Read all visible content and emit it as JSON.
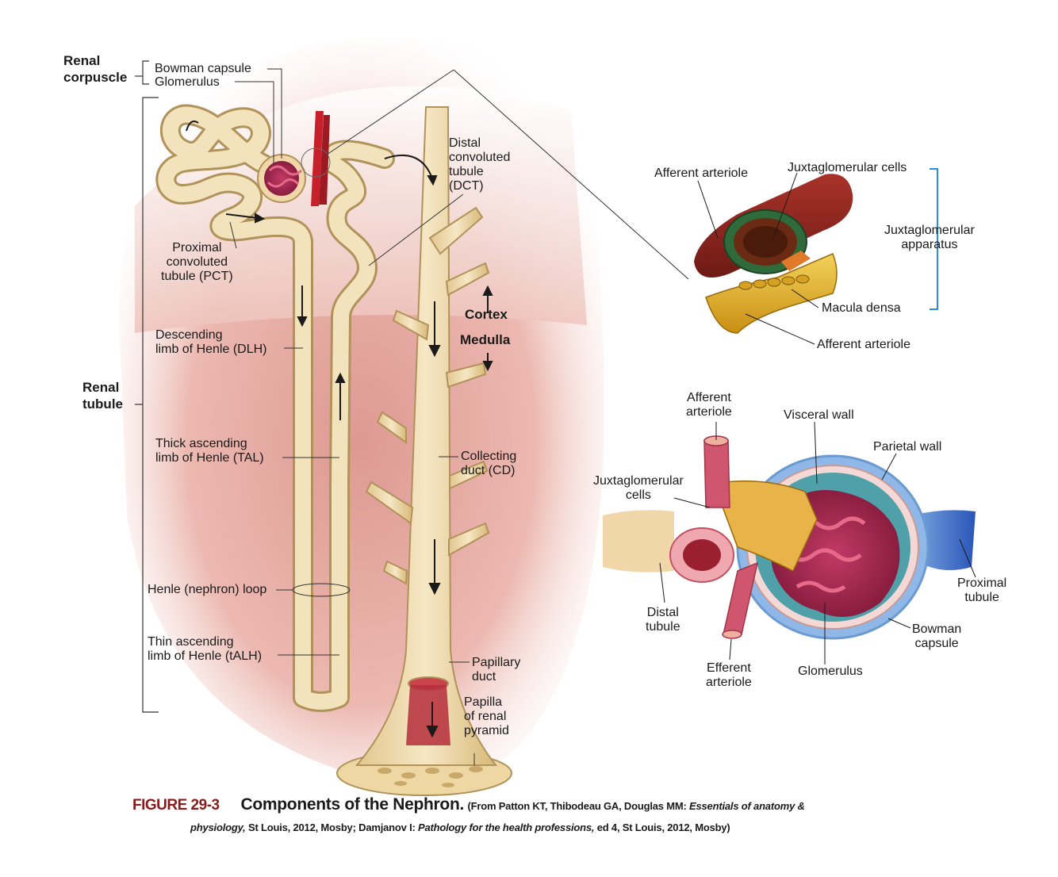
{
  "left_labels": {
    "renal_corpuscle": "Renal\ncorpuscle",
    "bowman_capsule": "Bowman capsule",
    "glomerulus": "Glomerulus",
    "pct": "Proximal\nconvoluted\ntubule (PCT)",
    "dlh": "Descending\nlimb of Henle (DLH)",
    "renal_tubule": "Renal\ntubule",
    "tal": "Thick ascending\nlimb of Henle (TAL)",
    "henle_loop": "Henle (nephron) loop",
    "talh": "Thin ascending\nlimb of Henle (tALH)"
  },
  "center_labels": {
    "dct": "Distal\nconvoluted\ntubule\n(DCT)",
    "cortex": "Cortex",
    "medulla": "Medulla",
    "collecting_duct": "Collecting\nduct (CD)",
    "papillary_duct": "Papillary\nduct",
    "papilla": "Papilla\nof renal\npyramid"
  },
  "inset_top": {
    "afferent_arteriole_1": "Afferent arteriole",
    "juxtaglomerular_cells": "Juxtaglomerular cells",
    "juxtaglomerular_apparatus": "Juxtaglomerular\napparatus",
    "macula_densa": "Macula densa",
    "afferent_arteriole_2": "Afferent arteriole"
  },
  "inset_bottom": {
    "afferent_arteriole": "Afferent\narteriole",
    "visceral_wall": "Visceral wall",
    "parietal_wall": "Parietal wall",
    "juxtaglomerular_cells": "Juxtaglomerular\ncells",
    "proximal_tubule": "Proximal\ntubule",
    "distal_tubule": "Distal\ntubule",
    "bowman_capsule": "Bowman\ncapsule",
    "efferent_arteriole": "Efferent\narteriole",
    "glomerulus": "Glomerulus"
  },
  "caption": {
    "figure_number": "FIGURE 29-3",
    "title": "Components of the Nephron.",
    "cite_1a": "(From Patton KT, Thibodeau GA, Douglas MM: ",
    "cite_1b": "Essentials of anatomy &",
    "cite_2a": "physiology,",
    "cite_2b": " St Louis, 2012, Mosby; Damjanov I: ",
    "cite_2c": "Pathology for the health professions,",
    "cite_2d": " ed 4, St Louis, 2012, Mosby)"
  },
  "colors": {
    "tubule_fill": "#f0ddb0",
    "tubule_stroke": "#b0925a",
    "background_pink": "#e6a9a0",
    "artery_red": "#c8202a",
    "yellow_tube": "#e8b42a",
    "green_cells": "#2f6b3a",
    "blue_bracket": "#2a8fd6",
    "caption_red": "#8b1a1a"
  }
}
